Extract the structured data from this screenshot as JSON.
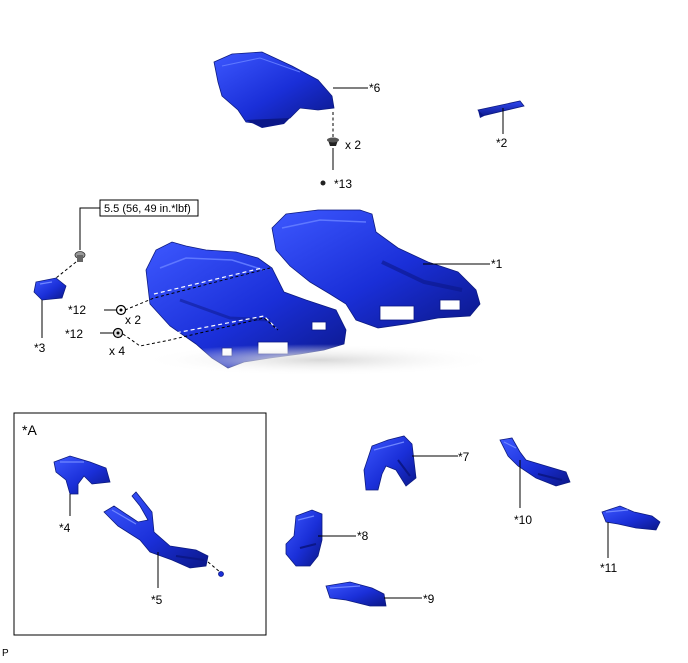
{
  "labels": {
    "p1": "*1",
    "p2": "*2",
    "p3": "*3",
    "p4": "*4",
    "p5": "*5",
    "p6": "*6",
    "p7": "*7",
    "p8": "*8",
    "p9": "*9",
    "p10": "*10",
    "p11": "*11",
    "p12a": "*12",
    "p12b": "*12",
    "p13": "*13",
    "qty_clip6": "x 2",
    "qty_clip12a": "x 2",
    "qty_clip12b": "x 4",
    "torque": "5.5 (56, 49 in.*lbf)",
    "inset": "*A",
    "footer": "P"
  },
  "colors": {
    "part_blue": "#1a2fd8",
    "part_dark": "#0b1788",
    "part_light": "#3d58ff"
  }
}
